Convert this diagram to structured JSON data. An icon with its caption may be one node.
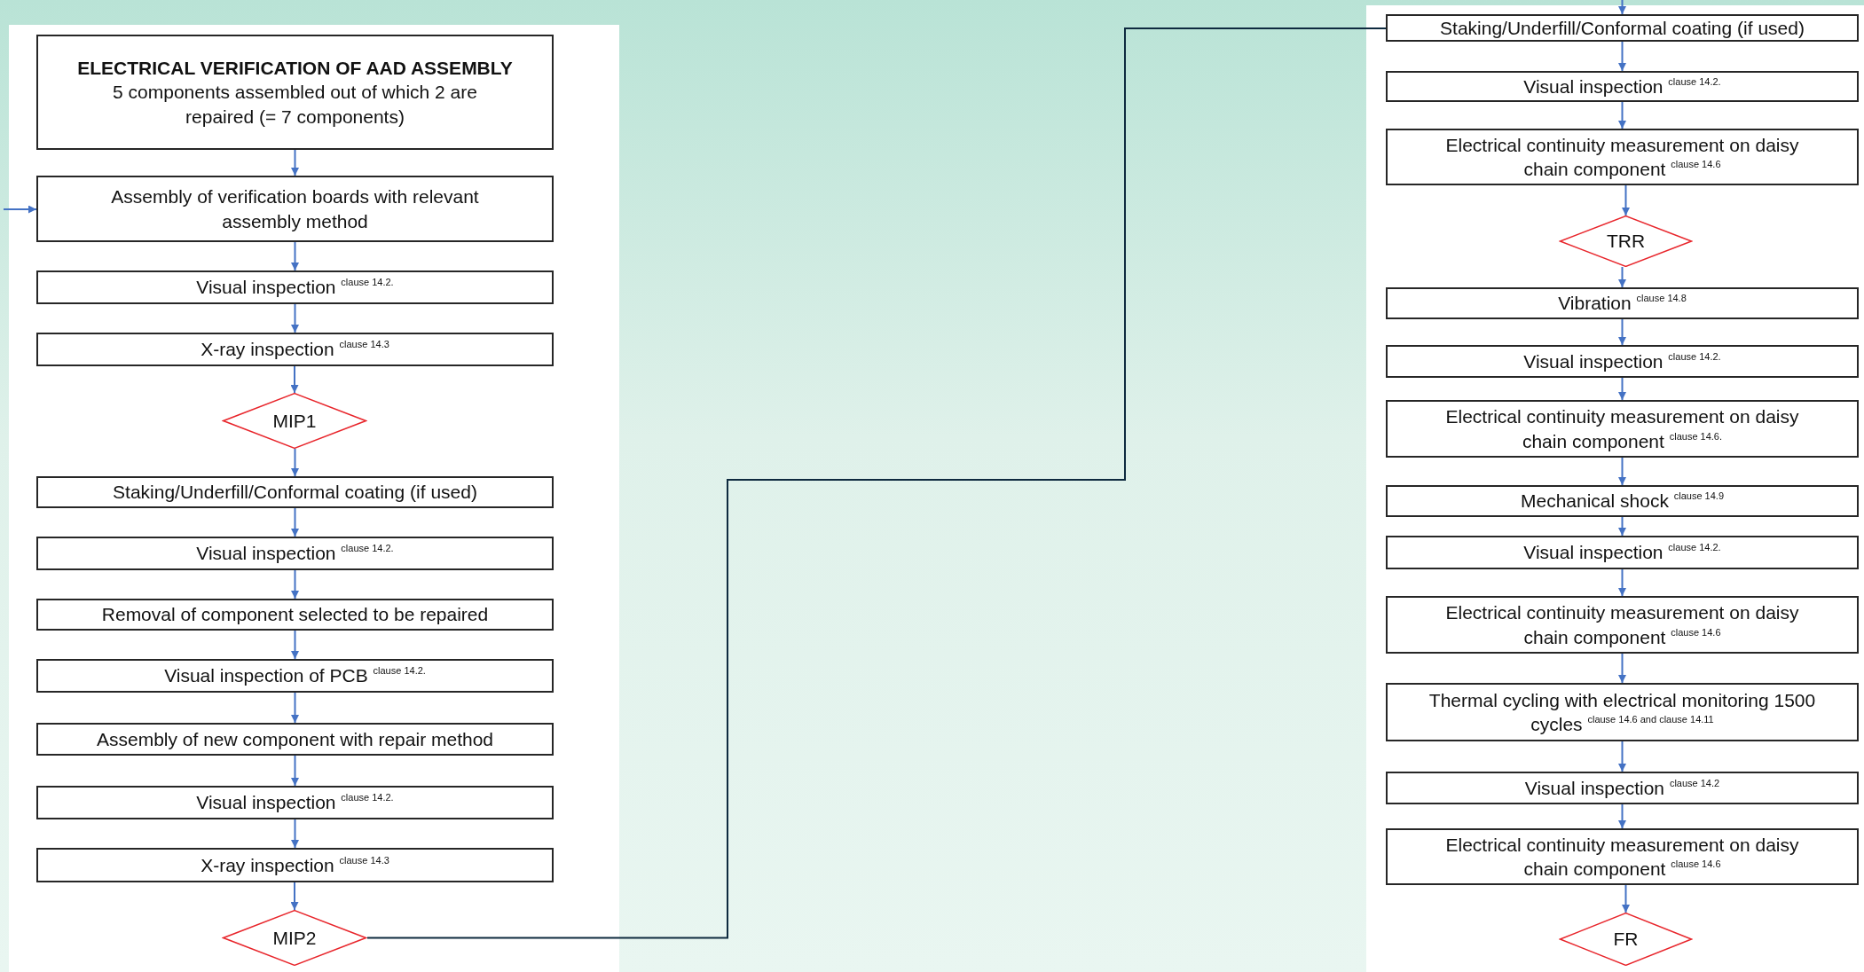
{
  "diagram": {
    "nodes": [
      {
        "text": [
          "ELECTRICAL VERIFICATION OF AAD ASSEMBLY",
          "5 components assembled out of which 2 are repaired (= 7 components)"
        ]
      },
      {
        "text": [
          "Assembly of verification boards with relevant assembly method"
        ]
      },
      {
        "text": [
          "Visual inspection $^{clause 14.2.}$"
        ]
      },
      {
        "text": [
          "X-ray inspection $^{clause 14.3}$"
        ]
      },
      {
        "text": [
          "MIP1"
        ]
      },
      {
        "text": [
          "Staking/Underfill/Conformal coating (if used)"
        ]
      },
      {
        "text": [
          "Visual inspection $^{clause 14.2.}$"
        ]
      },
      {
        "text": [
          "Removal of component selected to be repaired"
        ]
      },
      {
        "text": [
          "Visual inspection of PCB $^{clause 14.2.}$"
        ]
      },
      {
        "text": [
          "Assembly of new component with repair method"
        ]
      },
      {
        "text": [
          "Visual inspection $^{clause 14.2.}$"
        ]
      },
      {
        "text": [
          "X-ray inspection $^{clause 14.3}$"
        ]
      },
      {
        "text": [
          "MIP2"
        ]
      },
      {
        "text": [
          "Staking/Underfill/Conformal coating (if used)"
        ]
      },
      {
        "text": [
          "Visual inspection $^{clause 14.2.}$"
        ]
      },
      {
        "text": [
          "Electrical continuity measurement on daisy chain component $^{clause 14.6}$"
        ]
      },
      {
        "text": [
          "TRR"
        ]
      },
      {
        "text": [
          "Vibration $^{clause 14.8}$"
        ]
      },
      {
        "text": [
          "Visual inspection $^{clause 14.2.}$"
        ]
      },
      {
        "text": [
          "Electrical continuity measurement on daisy chain component $^{clause 14.6.}$"
        ]
      },
      {
        "text": [
          "Mechanical shock $^{clause 14.9}$"
        ]
      },
      {
        "text": [
          "Visual inspection $^{clause 14.2.}$"
        ]
      },
      {
        "text": [
          "Electrical continuity measurement on daisy chain component $^{clause 14.6}$"
        ]
      },
      {
        "text": [
          "Thermal cycling with electrical monitoring 1500 cycles $^{clause 14.6 and clause 14.11}$"
        ]
      },
      {
        "text": [
          "Visual inspection $^{clause 14.2}$"
        ]
      },
      {
        "text": [
          "Electrical continuity measurement on daisy chain component $^{clause 14.6}$"
        ]
      },
      {
        "text": [
          "FR"
        ]
      }
    ],
    "edges": [
      {
        "from": 0,
        "to": 1,
        "arrow": "to"
      },
      {
        "from": null,
        "to": 1,
        "arrow": "to"
      },
      {
        "from": 1,
        "to": 2,
        "arrow": "to"
      },
      {
        "from": 2,
        "to": 3,
        "arrow": "to"
      },
      {
        "from": 3,
        "to": 4,
        "arrow": "to"
      },
      {
        "from": 4,
        "to": 5,
        "arrow": "to"
      },
      {
        "from": 5,
        "to": 6,
        "arrow": "to"
      },
      {
        "from": 6,
        "to": 7,
        "arrow": "to"
      },
      {
        "from": 7,
        "to": 8,
        "arrow": "to"
      },
      {
        "from": 8,
        "to": 9,
        "arrow": "to"
      },
      {
        "from": 9,
        "to": 10,
        "arrow": "to"
      },
      {
        "from": 10,
        "to": 11,
        "arrow": "to"
      },
      {
        "from": 11,
        "to": 12,
        "arrow": "to"
      },
      {
        "from": 12,
        "to": 13,
        "arrow": "none",
        "color": "#0e2a3f"
      },
      {
        "from": null,
        "to": 13,
        "arrow": "to"
      },
      {
        "from": 13,
        "to": 14,
        "arrow": "to"
      },
      {
        "from": 14,
        "to": 15,
        "arrow": "to"
      },
      {
        "from": 15,
        "to": 16,
        "arrow": "to"
      },
      {
        "from": 16,
        "to": 17,
        "arrow": "to"
      },
      {
        "from": 17,
        "to": 18,
        "arrow": "to"
      },
      {
        "from": 18,
        "to": 19,
        "arrow": "to"
      },
      {
        "from": 19,
        "to": 20,
        "arrow": "to"
      },
      {
        "from": 20,
        "to": 21,
        "arrow": "to"
      },
      {
        "from": 21,
        "to": 22,
        "arrow": "to"
      },
      {
        "from": 22,
        "to": 23,
        "arrow": "to"
      },
      {
        "from": 23,
        "to": 24,
        "arrow": "to"
      },
      {
        "from": 24,
        "to": 25,
        "arrow": "to"
      },
      {
        "from": 25,
        "to": 26,
        "arrow": "to"
      }
    ]
  }
}
